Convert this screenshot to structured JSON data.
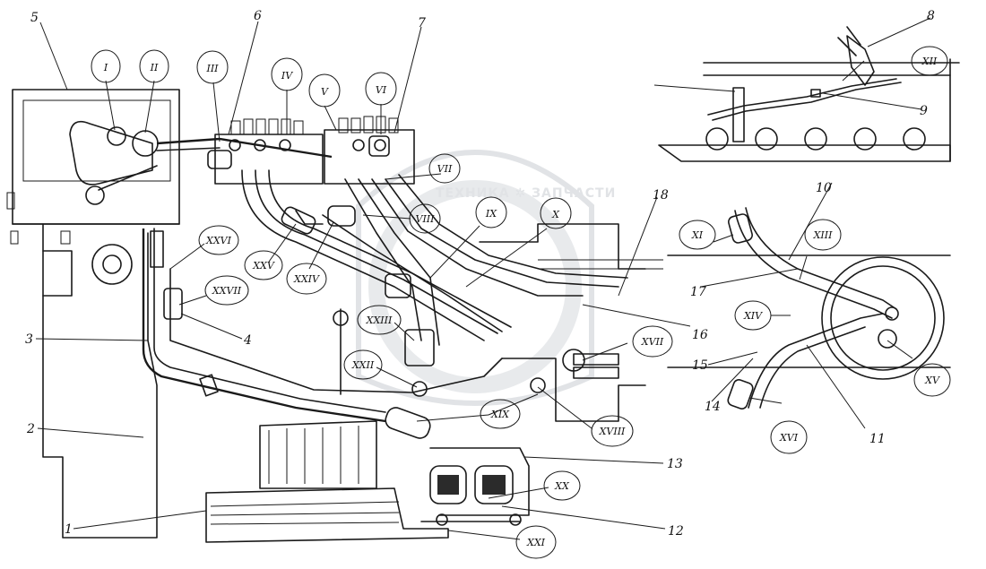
{
  "numbered_callouts": [
    "1",
    "2",
    "3",
    "4",
    "5",
    "6",
    "7",
    "8",
    "9",
    "10",
    "11",
    "12",
    "13",
    "14",
    "15",
    "16",
    "17",
    "18"
  ],
  "roman_callouts": [
    "I",
    "II",
    "III",
    "IV",
    "V",
    "VI",
    "VII",
    "VIII",
    "IX",
    "X",
    "XI",
    "XII",
    "XIII",
    "XIV",
    "XV",
    "XVI",
    "XVII",
    "XVIII",
    "XIX",
    "XX",
    "XXI",
    "XXII",
    "XXIII",
    "XXIV",
    "XXV",
    "XXVI",
    "XXVII"
  ],
  "watermark": {
    "text": "ТЕХНИКА ✲ ЗАПЧАСТИ",
    "color": "#c9cdd2"
  }
}
